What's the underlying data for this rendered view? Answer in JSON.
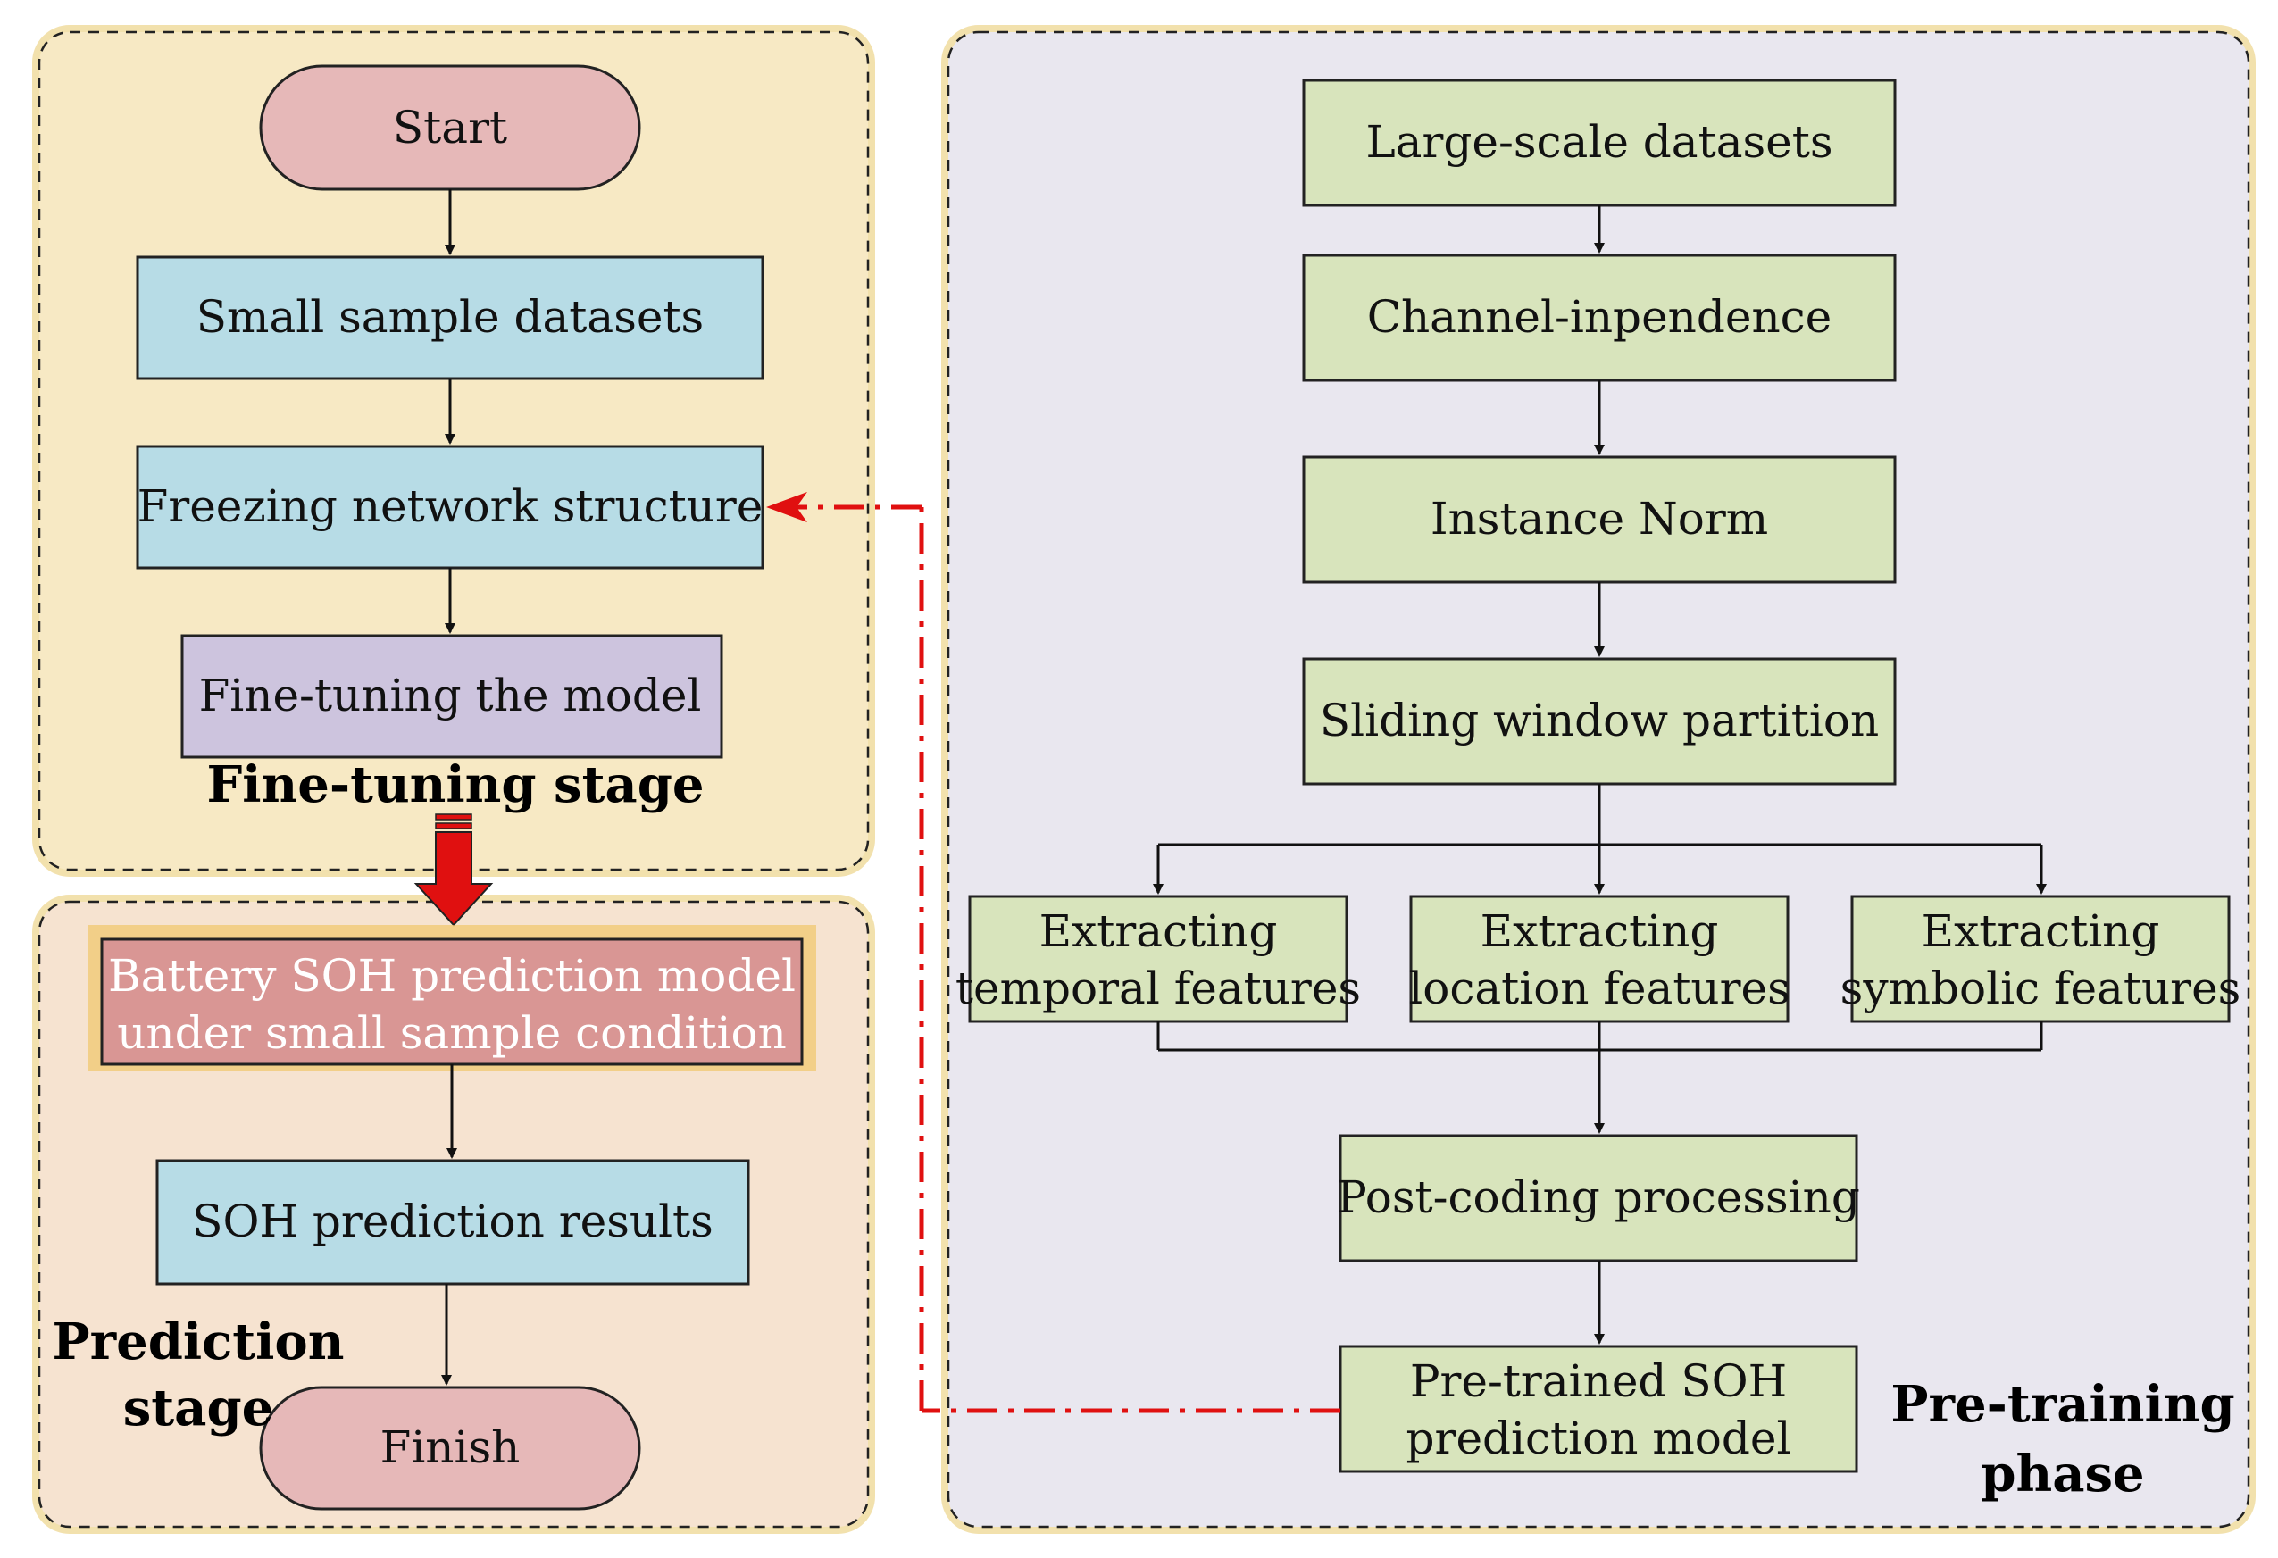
{
  "fine_tuning": {
    "title": "Fine-tuning stage",
    "start": "Start",
    "small_datasets": "Small sample datasets",
    "freezing": "Freezing network structure",
    "fine_tune": "Fine-tuning the model"
  },
  "prediction": {
    "title_line1": "Prediction",
    "title_line2": "stage",
    "model_line1": "Battery SOH prediction model",
    "model_line2": "under small sample condition",
    "results": "SOH prediction results",
    "finish": "Finish"
  },
  "pretraining": {
    "title_line1": "Pre-training",
    "title_line2": "phase",
    "large_datasets": "Large-scale datasets",
    "channel": "Channel-inpendence",
    "instance_norm": "Instance Norm",
    "sliding": "Sliding window partition",
    "temporal_line1": "Extracting",
    "temporal_line2": "temporal features",
    "location_line1": "Extracting",
    "location_line2": "location features",
    "symbolic_line1": "Extracting",
    "symbolic_line2": "symbolic features",
    "post_coding": "Post-coding processing",
    "pretrained_line1": "Pre-trained SOH",
    "pretrained_line2": "prediction model"
  },
  "colors": {
    "fine_tuning_panel": "#f7e9c4",
    "prediction_panel": "#f6e3d0",
    "pretraining_panel": "#e9e7ef",
    "blue_box": "#b7dce6",
    "green_box": "#d8e4bc",
    "terminal": "#e6b8b8",
    "highlight_model": "#d99694",
    "transfer_arrow": "#e01010"
  }
}
